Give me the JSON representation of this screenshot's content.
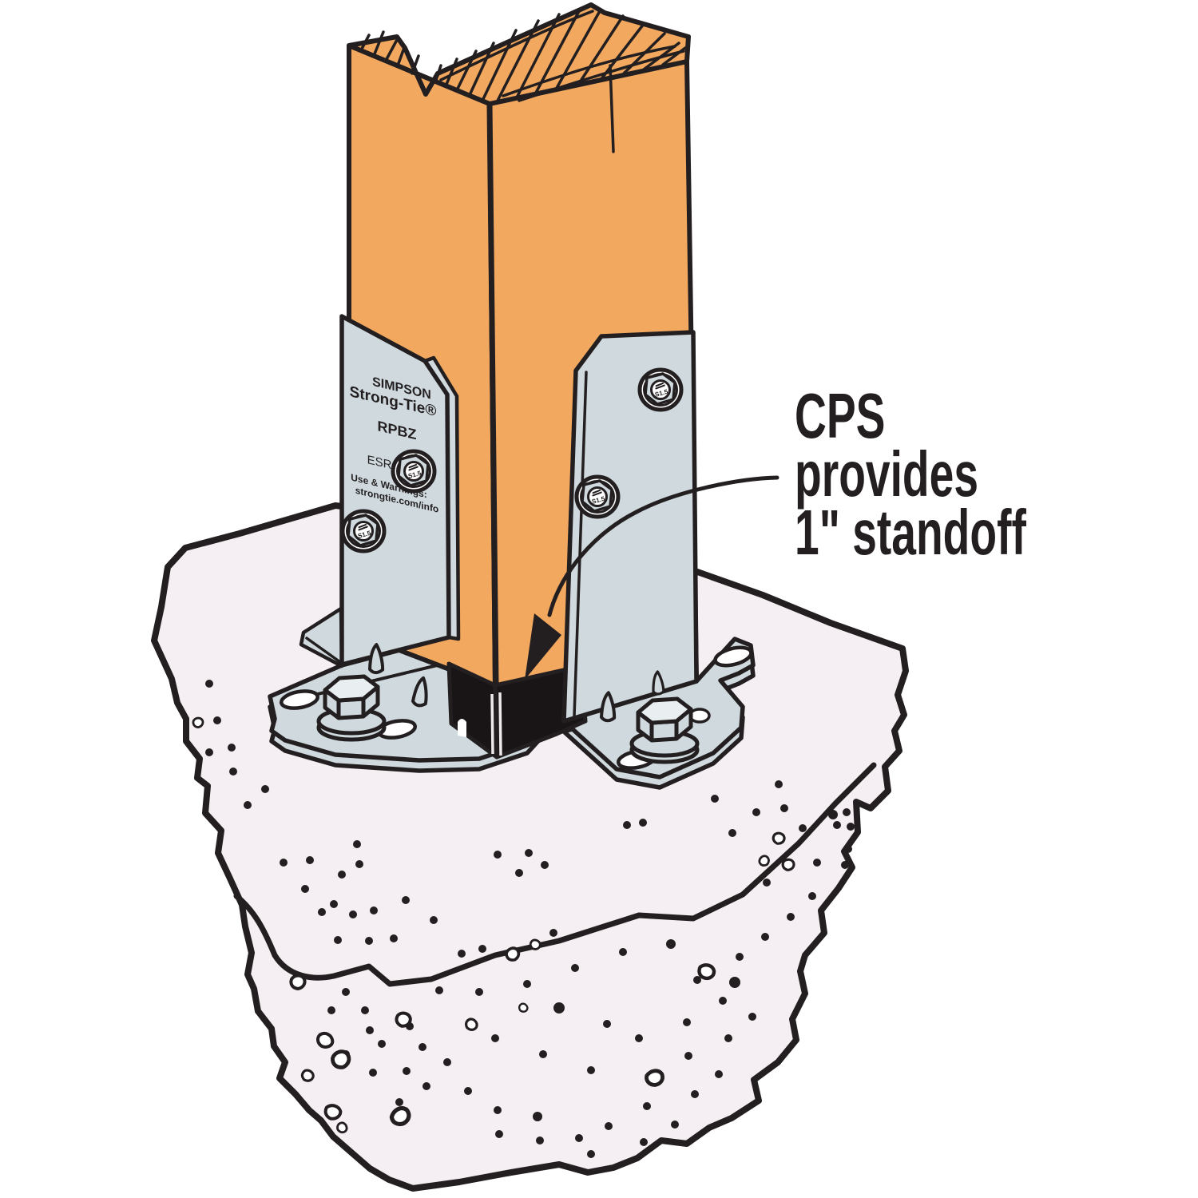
{
  "annotation": {
    "line1": "CPS",
    "line2": "provides",
    "line3": "1\" standoff"
  },
  "plate_label": {
    "brand_line1": "SIMPSON",
    "brand_line2": "Strong-Tie®",
    "model": "RPBZ",
    "code": "ESR-252",
    "warnings": "Use & Warnings:",
    "website": "strongtie.com/info"
  },
  "screw_marking": "S1.5",
  "colors": {
    "wood": "#f2a85f",
    "steel": "#cfd9de",
    "steel_light": "#e9eef1",
    "concrete": "#f5eef2",
    "ink": "#231f20",
    "standoff_black": "#191516",
    "white": "#ffffff"
  }
}
